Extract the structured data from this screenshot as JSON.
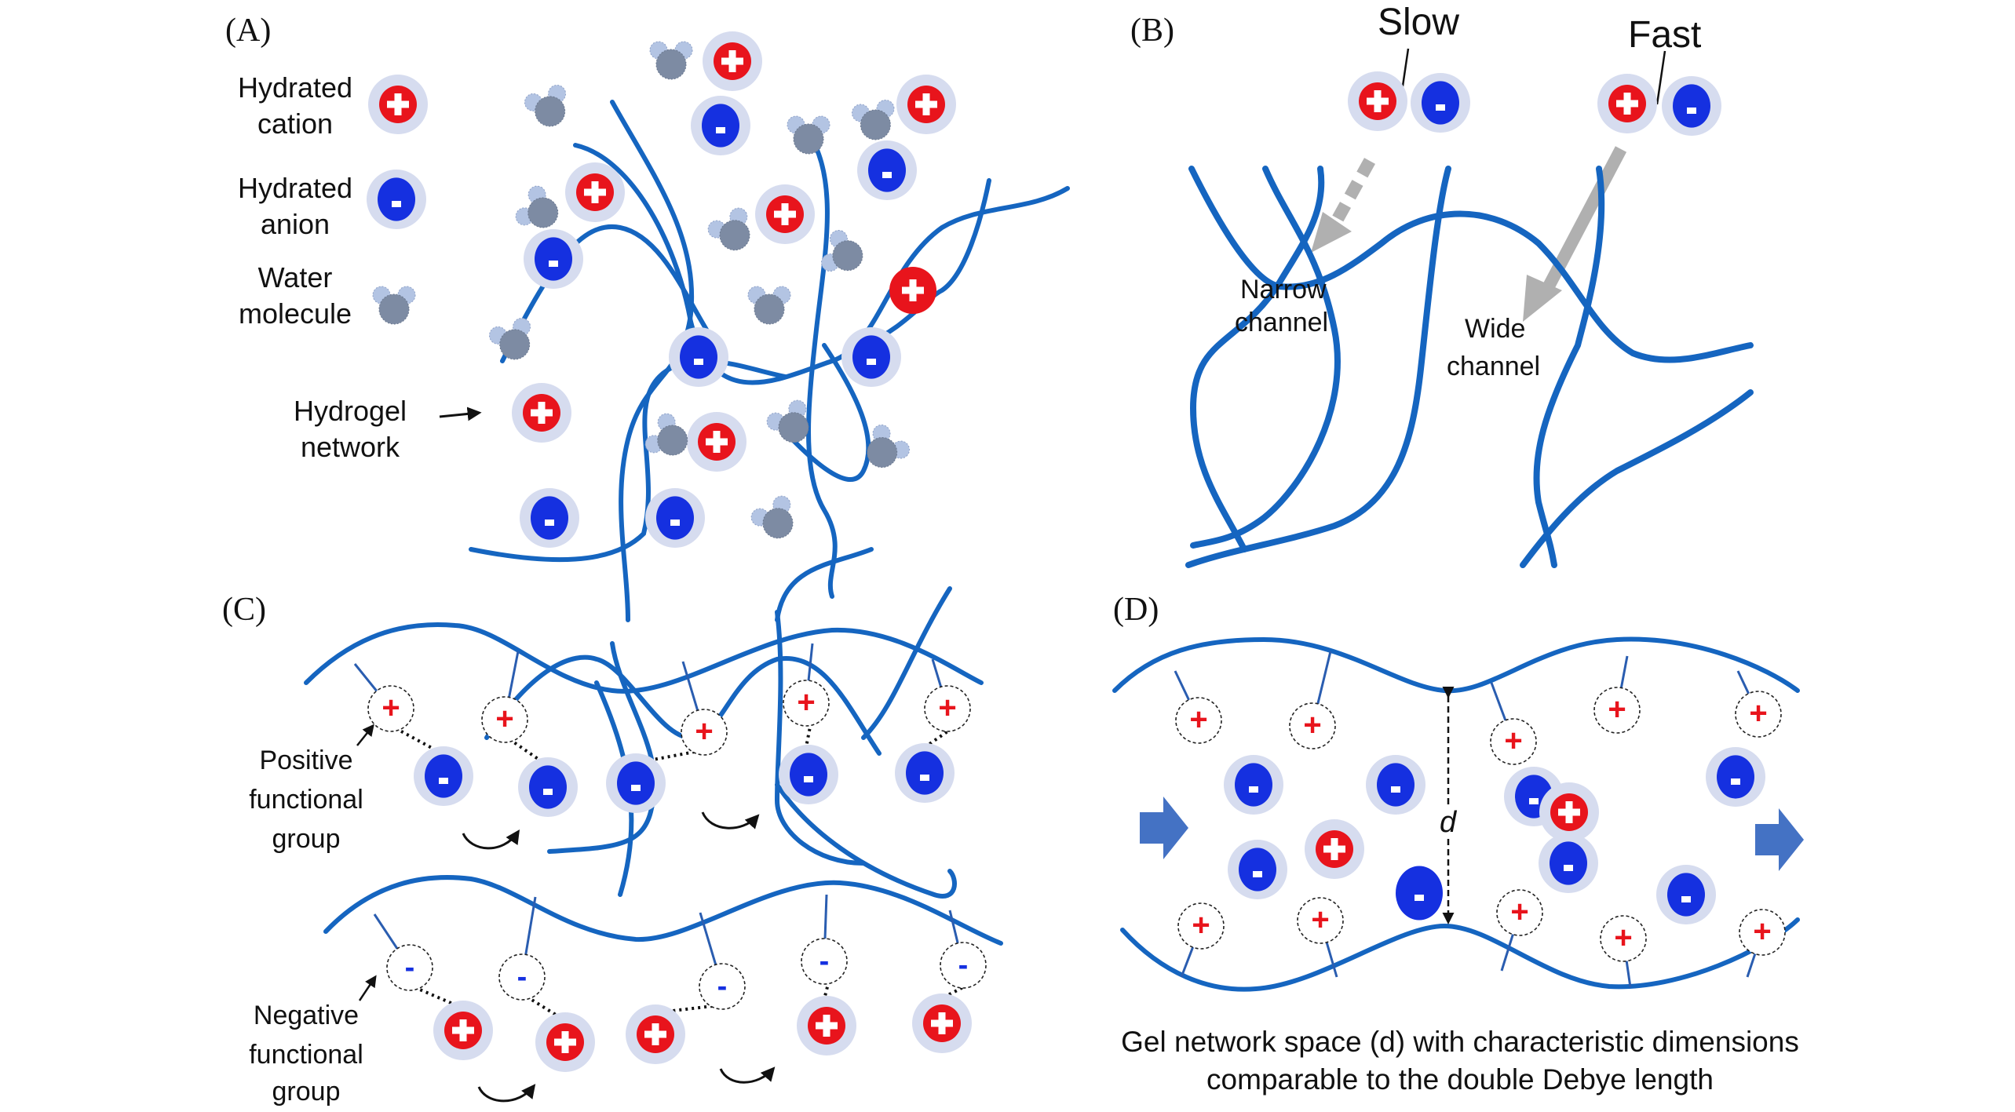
{
  "panels": {
    "A": {
      "label": "(A)",
      "legend": {
        "cation": [
          "Hydrated",
          "cation"
        ],
        "anion": [
          "Hydrated",
          "anion"
        ],
        "water": [
          "Water",
          "molecule"
        ],
        "network": [
          "Hydrogel",
          "network"
        ]
      }
    },
    "B": {
      "label": "(B)",
      "slow": "Slow",
      "fast": "Fast",
      "narrow": [
        "Narrow",
        "channel"
      ],
      "wide": [
        "Wide",
        "channel"
      ]
    },
    "C": {
      "label": "(C)",
      "positive": [
        "Positive",
        "functional",
        "group"
      ],
      "negative": [
        "Negative",
        "functional",
        "group"
      ]
    },
    "D": {
      "label": "(D)",
      "d_symbol": "d",
      "caption_line1": "Gel network space (d) with characteristic dimensions",
      "caption_line2": "comparable to the double Debye length"
    }
  },
  "symbols": {
    "plus": "+",
    "minus": "-"
  },
  "colors": {
    "cation": "#e8141c",
    "anion": "#1530e0",
    "hydration_shell": "#d6dcef",
    "network": "#1565c0",
    "water_core": "#7d8ba3",
    "water_h": "#b3c4e3",
    "arrow_gray": "#b0b0b0",
    "flow_arrow": "#4472c4"
  }
}
